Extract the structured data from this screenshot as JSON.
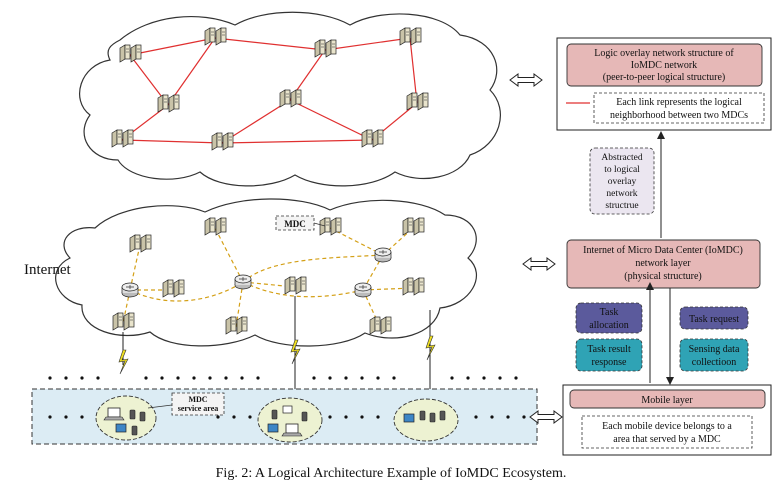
{
  "labels": {
    "internet": "Internet",
    "mdc_tag": "MDC",
    "mdc_service_area": [
      "MDC",
      "service area"
    ]
  },
  "right_panel": {
    "overlay_box": [
      "Logic overlay network structure of",
      "IoMDC network",
      "(peer-to-peer logical structure)"
    ],
    "link_legend": [
      "Each link represents the logical",
      "neighborhood between two MDCs"
    ],
    "abstracted_box": [
      "Abstracted",
      "to logical",
      "overlay",
      "network",
      "structrue"
    ],
    "iomdc_box": [
      "Internet of  Micro Data  Center (IoMDC)",
      "network layer",
      "(physical structure)"
    ],
    "task_allocation": [
      "Task",
      "allocation"
    ],
    "task_request": [
      "Task request"
    ],
    "task_result": [
      "Task result",
      "response"
    ],
    "sensing_data": [
      "Sensing data",
      "collectioon"
    ],
    "mobile_layer": [
      "Mobile layer"
    ],
    "mobile_note": [
      "Each mobile device  belongs to a",
      "area that served by a  MDC"
    ]
  },
  "caption": "Fig. 2: A Logical Architecture Example of IoMDC Ecosystem.",
  "colors": {
    "pink_box": "#e6b8b7",
    "purple_box": "#5b5a9c",
    "teal_box": "#2fa3b5",
    "lavender_box": "#ebe6f0",
    "link_red": "#e03030",
    "physical_link": "#d4a017",
    "service_strip": "#dcecf4",
    "service_area": "#edf2d2",
    "wireless": "#e8e030"
  },
  "icons": [
    "server-rack-icon",
    "router-icon",
    "laptop-icon",
    "phone-icon",
    "tablet-icon",
    "wireless-link-icon",
    "double-arrow-icon"
  ]
}
